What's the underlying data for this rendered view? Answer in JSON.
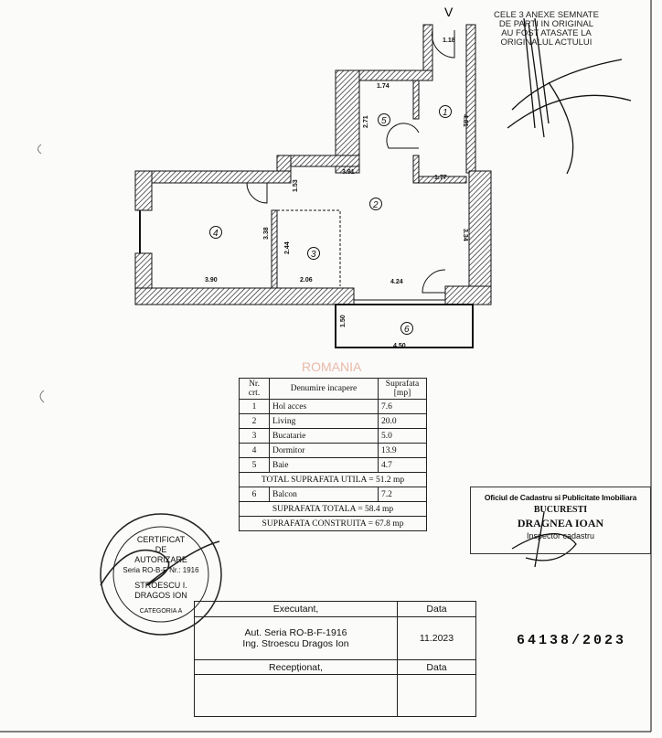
{
  "plan": {
    "north_marker": "V",
    "dimensions": {
      "hall_width": "1.18",
      "bath_width": "1.74",
      "bath_height": "2.71",
      "hall_length": "4.81",
      "living_top": "3.91",
      "hall_bottom": "1.77",
      "living_left": "1.53",
      "bedroom_height": "3.38",
      "kitchen_height": "2.44",
      "living_right": "3.34",
      "bedroom_width": "3.90",
      "kitchen_width": "2.06",
      "living_width": "4.24",
      "balcony_depth": "1.50",
      "balcony_width": "4.50"
    },
    "room_numbers": [
      "1",
      "2",
      "3",
      "4",
      "5",
      "6"
    ]
  },
  "room_table": {
    "headers": {
      "nr": "Nr. crt.",
      "name": "Denumire incapere",
      "area": "Suprafata [mp]"
    },
    "rows": [
      {
        "nr": "1",
        "name": "Hol acces",
        "area": "7.6"
      },
      {
        "nr": "2",
        "name": "Living",
        "area": "20.0"
      },
      {
        "nr": "3",
        "name": "Bucatarie",
        "area": "5.0"
      },
      {
        "nr": "4",
        "name": "Dormitor",
        "area": "13.9"
      },
      {
        "nr": "5",
        "name": "Baie",
        "area": "4.7"
      }
    ],
    "total_utila": "TOTAL SUPRAFATA UTILA = 51.2 mp",
    "balcony": {
      "nr": "6",
      "name": "Balcon",
      "area": "7.2"
    },
    "total": "SUPRAFATA TOTALA = 58.4 mp",
    "construita": "SUPRAFATA CONSTRUITA = 67.8 mp"
  },
  "annex_note": [
    "CELE 3 ANEXE SEMNATE",
    "DE PARTI IN ORIGINAL",
    "AU FOST ATASATE LA",
    "ORIGINALUL ACTULUI"
  ],
  "ocpi_stamp": {
    "line1": "Oficiul de Cadastru si Publicitate Imobiliara",
    "line2": "BUCURESTI",
    "line3": "DRAGNEA IOAN",
    "line4": "Inspector cadastru"
  },
  "cert_stamp": {
    "line1": "CERTIFICAT",
    "line2": "DE",
    "line3": "AUTORIZARE",
    "line4": "Seria RO-B-F Nr.: 1916",
    "line5": "STROESCU I.",
    "line6": "DRAGOS ION",
    "ring_bottom": "CATEGORIA A"
  },
  "title_block": {
    "executant_label": "Executant,",
    "data_label": "Data",
    "executant_line1": "Aut. Seria RO-B-F-1916",
    "executant_line2": "Ing. Stroescu Dragos Ion",
    "date": "11.2023",
    "receptionat_label": "Recepționat,",
    "data_label2": "Data"
  },
  "registration_number": "64138/2023",
  "watermark": "ROMANIA"
}
